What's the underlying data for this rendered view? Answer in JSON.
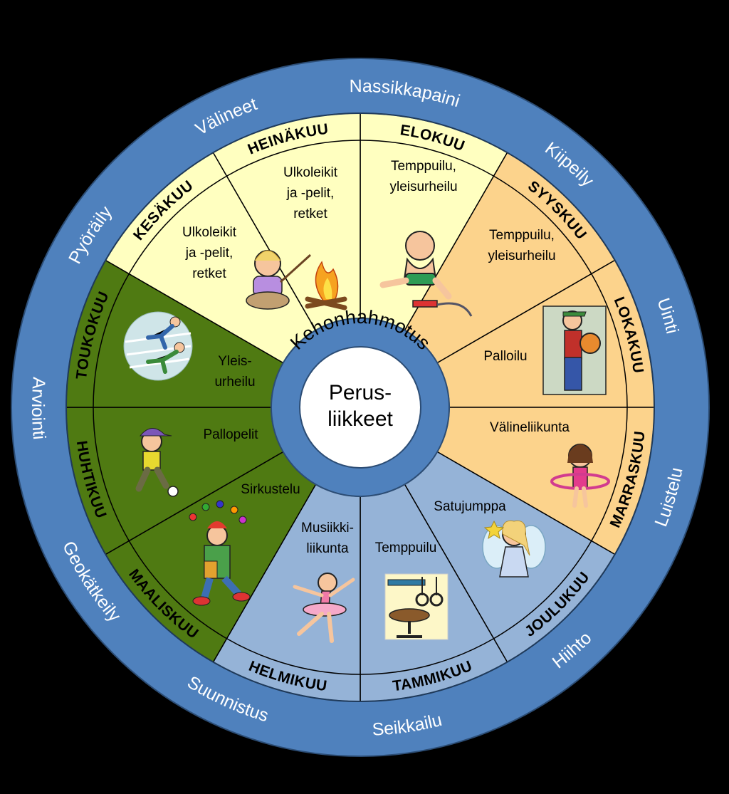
{
  "outer_ring": {
    "color": "#4f81bd",
    "items": [
      "Nassikkapaini",
      "Kiipeily",
      "Uinti",
      "Luistelu",
      "Hiihto",
      "Seikkailu",
      "Suunnistus",
      "Geokätkeily",
      "Arviointi",
      "Pyöräily",
      "Välineet"
    ]
  },
  "hub": {
    "ring_text": "Kehonhahmotus",
    "center_line1": "Perus-",
    "center_line2": "liikkeet"
  },
  "colors": {
    "summer": "#ffffc0",
    "autumn": "#fcd38c",
    "winter": "#95b3d7",
    "spring": "#4f7a12"
  },
  "months": [
    {
      "name": "ELOKUU",
      "season": "summer",
      "activity": [
        "Temppuilu,",
        "yleisurheilu"
      ],
      "icon": "sprinkler-jump-icon"
    },
    {
      "name": "SYYSKUU",
      "season": "autumn",
      "activity": [
        "Temppuilu,",
        "yleisurheilu"
      ],
      "icon": ""
    },
    {
      "name": "LOKAKUU",
      "season": "autumn",
      "activity": [
        "Palloilu"
      ],
      "icon": "ball-player-icon"
    },
    {
      "name": "MARRASKUU",
      "season": "autumn",
      "activity": [
        "Välineliikunta"
      ],
      "icon": "hula-hoop-icon"
    },
    {
      "name": "JOULUKUU",
      "season": "winter",
      "activity": [
        "Satujumppa"
      ],
      "icon": "fairy-icon"
    },
    {
      "name": "TAMMIKUU",
      "season": "winter",
      "activity": [
        "Temppuilu"
      ],
      "icon": "gym-equipment-icon"
    },
    {
      "name": "HELMIKUU",
      "season": "winter",
      "activity": [
        "Musiikki-",
        "liikunta"
      ],
      "icon": "ballerina-icon"
    },
    {
      "name": "MAALISKUU",
      "season": "spring",
      "activity": [
        "Sirkustelu"
      ],
      "icon": "juggling-clown-icon"
    },
    {
      "name": "HUHTIKUU",
      "season": "spring",
      "activity": [
        "Pallopelit"
      ],
      "icon": "ball-kicker-icon"
    },
    {
      "name": "TOUKOKUU",
      "season": "spring",
      "activity": [
        "Yleis-",
        "urheilu"
      ],
      "icon": "sprinters-icon"
    },
    {
      "name": "KESÄKUU",
      "season": "summer",
      "activity": [
        "Ulkoleikit",
        "ja -pelit,",
        "retket"
      ],
      "icon": ""
    },
    {
      "name": "HEINÄKUU",
      "season": "summer",
      "activity": [
        "Ulkoleikit",
        "ja -pelit,",
        "retket"
      ],
      "icon": "campfire-child-icon"
    }
  ]
}
